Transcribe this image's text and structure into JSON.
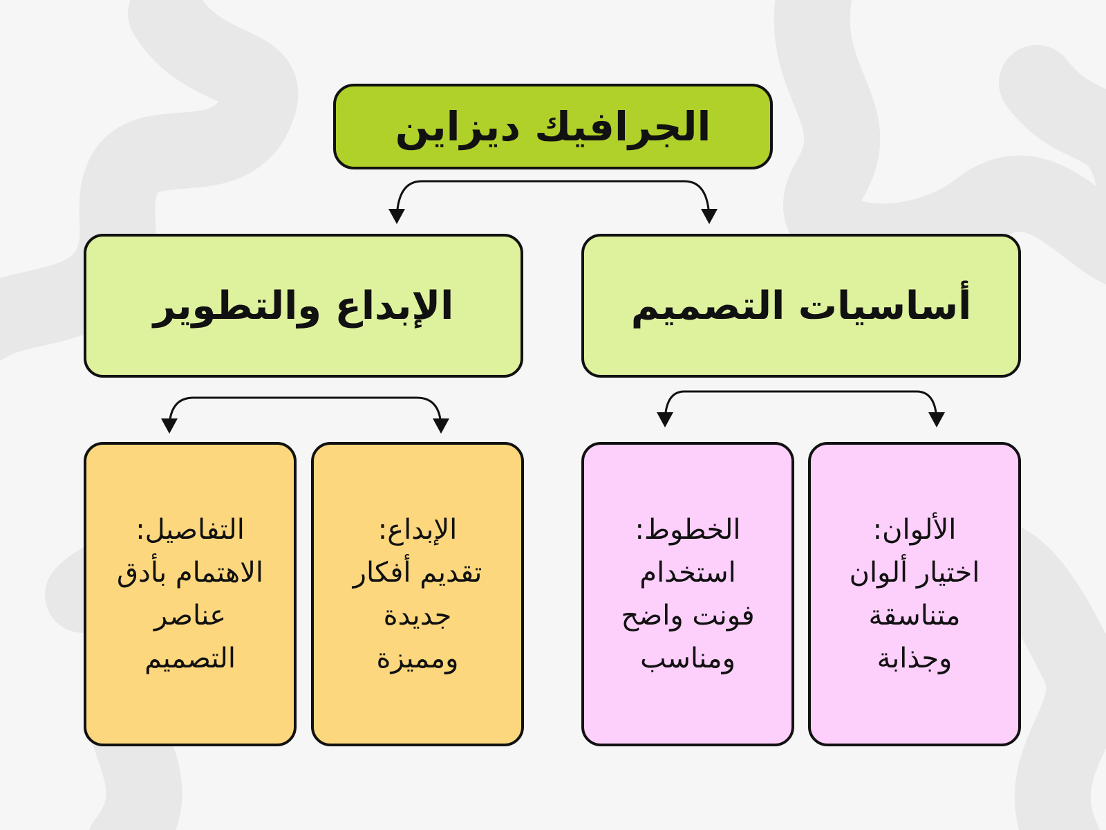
{
  "root": {
    "title": "الجرافيك ديزاين"
  },
  "branches": [
    {
      "title": "أساسيات التصميم",
      "items": [
        {
          "title": "الألوان:",
          "body": "اختيار ألوان\nمتناسقة\nوجذابة"
        },
        {
          "title": "الخطوط:",
          "body": "استخدام\nفونت واضح\nومناسب"
        }
      ]
    },
    {
      "title": "الإبداع والتطوير",
      "items": [
        {
          "title": "الإبداع:",
          "body": "تقديم أفكار\nجديدة\nومميزة"
        },
        {
          "title": "التفاصيل:",
          "body": "الاهتمام بأدق\nعناصر\nالتصميم"
        }
      ]
    }
  ],
  "colors": {
    "root": "#b0d12a",
    "branch": "#def29e",
    "design_leaf": "#fdd0fb",
    "creative_leaf": "#fdd77e"
  }
}
